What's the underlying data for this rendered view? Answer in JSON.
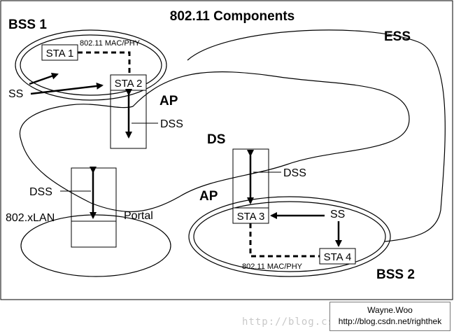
{
  "title": "802.11 Components",
  "labels": {
    "bss1": "BSS 1",
    "bss2": "BSS 2",
    "ess": "ESS",
    "ap_top": "AP",
    "ap_bottom": "AP",
    "ds": "DS",
    "ss_left": "SS",
    "ss_right": "SS",
    "dss_top": "DSS",
    "dss_mid": "DSS",
    "dss_left": "DSS",
    "portal": "Portal",
    "lan": "802.xLAN",
    "mac_phy_top": "802.11 MAC/PHY",
    "mac_phy_bottom": "802.11 MAC/PHY"
  },
  "stations": {
    "sta1": "STA 1",
    "sta2": "STA 2",
    "sta3": "STA 3",
    "sta4": "STA 4"
  },
  "credit": {
    "name": "Wayne.Woo",
    "url": "http://blog.csdn.net/righthek"
  },
  "watermark": "http://blog.csdn.net/"
}
